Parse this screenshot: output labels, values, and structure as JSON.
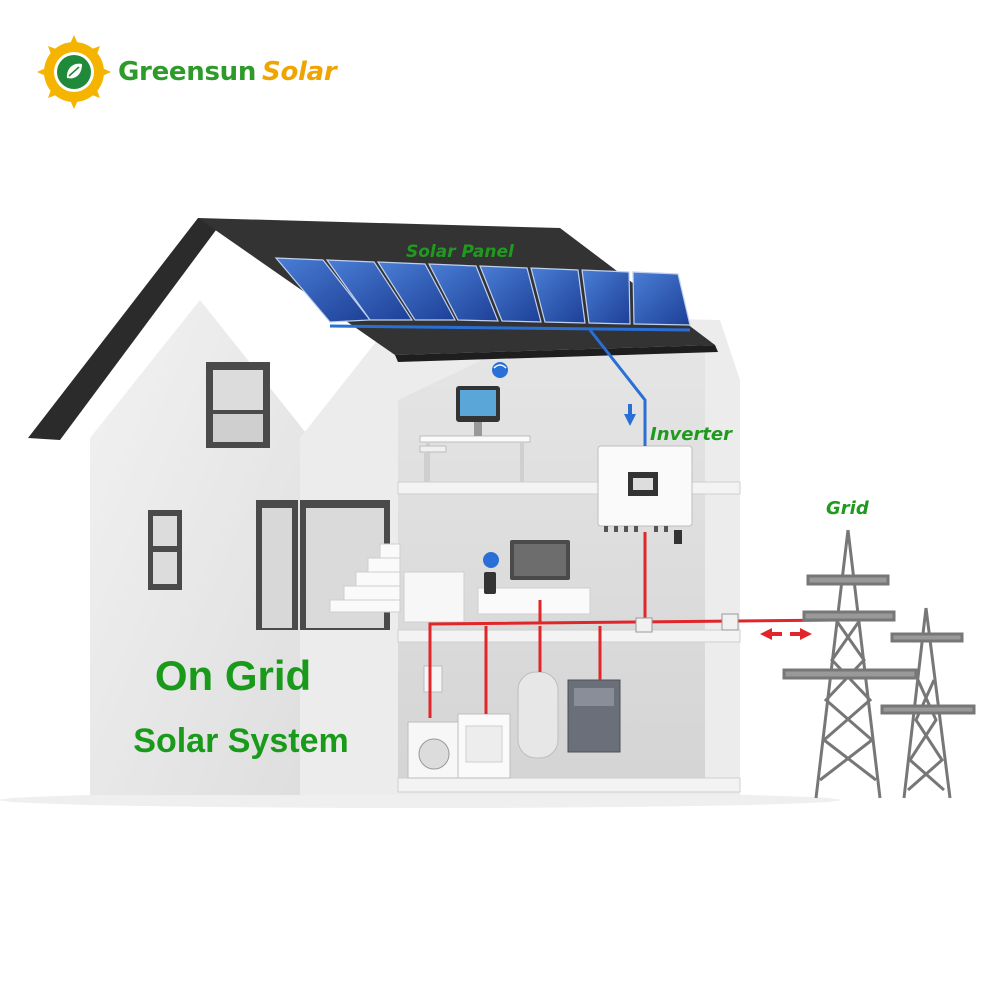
{
  "brand": {
    "name_part1": "Greensun",
    "name_part2": "Solar",
    "logo_icon": "sun-leaf-logo",
    "colors": {
      "green": "#2e9a2a",
      "gold": "#f0a400"
    }
  },
  "labels": {
    "solar_panel": "Solar Panel",
    "inverter": "Inverter",
    "grid": "Grid"
  },
  "headline": {
    "line1": "On Grid",
    "line2": "Solar System"
  },
  "colors": {
    "dc_line": "#2a6fd6",
    "ac_line": "#e0262a",
    "label_green": "#1f9a1f",
    "roof": "#2b2b2b",
    "panel": "#2c58b8",
    "wall": "#e9e9e9"
  }
}
